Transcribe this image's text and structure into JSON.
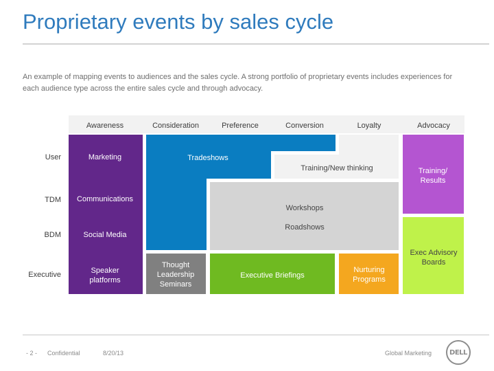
{
  "slide": {
    "title": "Proprietary events by sales cycle",
    "intro": "An example of mapping events to audiences and the sales cycle.  A strong portfolio of proprietary events includes experiences for each audience type across the entire sales cycle and through advocacy."
  },
  "columns": [
    "Awareness",
    "Consideration",
    "Preference",
    "Conversion",
    "Loyalty",
    "Advocacy"
  ],
  "rows": [
    "User",
    "TDM",
    "BDM",
    "Executive"
  ],
  "awareness_items": [
    "Marketing",
    "Communications",
    "Social Media",
    "Speaker",
    "platforms"
  ],
  "blocks": {
    "tradeshows": "Tradeshows",
    "training_new_thinking": "Training/New thinking",
    "training_results": [
      "Training/",
      "Results"
    ],
    "workshops": "Workshops",
    "roadshows": "Roadshows",
    "exec_advisory": [
      "Exec Advisory",
      "Boards"
    ],
    "thought_leadership": [
      "Thought",
      "Leadership",
      "Seminars"
    ],
    "executive_briefings": "Executive Briefings",
    "nurturing_programs": [
      "Nurturing",
      "Programs"
    ]
  },
  "colors": {
    "title": "#2f7bbd",
    "awareness": "#62278a",
    "tradeshows": "#0a7dc1",
    "light_gray": "#f2f2f2",
    "mid_gray": "#d4d4d4",
    "dark_gray": "#808080",
    "advocacy_purple": "#b455d1",
    "lime": "#bff24a",
    "green": "#6fba21",
    "orange": "#f4a71f"
  },
  "footer": {
    "page": "- 2 -",
    "confidential": "Confidential",
    "date": "8/20/13",
    "department": "Global Marketing",
    "logo": "DELL"
  }
}
